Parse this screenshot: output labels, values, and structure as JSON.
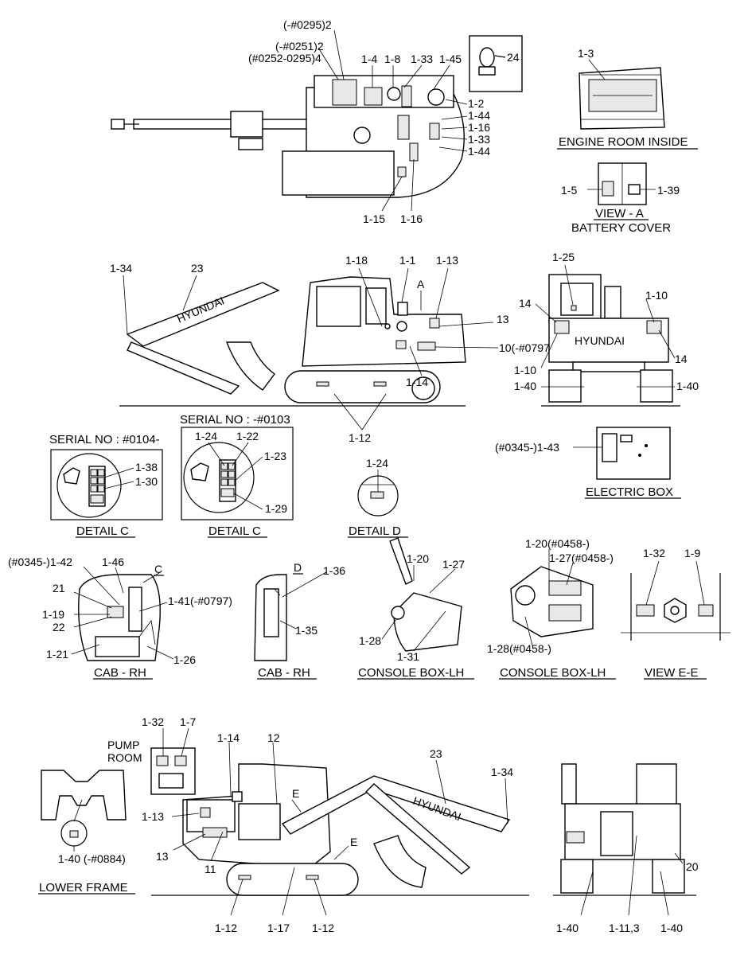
{
  "top_view": {
    "callouts": [
      "(-#0295)2",
      "(-#0251)2",
      "(#0252-0295)4",
      "1-4",
      "1-8",
      "1-33",
      "1-45",
      "24",
      "1-2",
      "1-44",
      "1-16",
      "1-33",
      "1-44",
      "1-15",
      "1-16"
    ]
  },
  "engine_room": {
    "callout": "1-3",
    "caption": "ENGINE ROOM INSIDE"
  },
  "battery_cover": {
    "callouts": [
      "1-5",
      "1-39"
    ],
    "caption_1": "VIEW - A",
    "caption_2": "BATTERY COVER"
  },
  "side_view": {
    "callouts": [
      "1-34",
      "23",
      "1-18",
      "1-1",
      "1-13",
      "A",
      "13",
      "10(-#0797)",
      "1-14",
      "1-12"
    ],
    "brand": "HYUNDAI"
  },
  "rear_view": {
    "callouts": [
      "1-25",
      "1-10",
      "14",
      "14",
      "1-10",
      "1-40",
      "1-40"
    ],
    "brand": "HYUNDAI"
  },
  "detail_c_a": {
    "serial": "SERIAL NO : #0104-",
    "callouts": [
      "1-38",
      "1-30"
    ],
    "caption": "DETAIL C"
  },
  "detail_c_b": {
    "serial": "SERIAL NO : -#0103",
    "callouts": [
      "1-24",
      "1-22",
      "1-23",
      "1-29"
    ],
    "caption": "DETAIL C"
  },
  "detail_d": {
    "callout": "1-24",
    "caption": "DETAIL D"
  },
  "electric_box": {
    "callout": "(#0345-)1-43",
    "caption": "ELECTRIC BOX"
  },
  "cab_rh_1": {
    "callouts": [
      "(#0345-)1-42",
      "1-46",
      "C",
      "21",
      "1-19",
      "22",
      "1-41(-#0797)",
      "1-21",
      "1-26"
    ],
    "caption": "CAB - RH"
  },
  "cab_rh_2": {
    "callouts": [
      "D",
      "1-36",
      "1-35"
    ],
    "caption": "CAB - RH"
  },
  "console_lh_1": {
    "callouts": [
      "1-20",
      "1-27",
      "1-28",
      "1-31"
    ],
    "caption": "CONSOLE BOX-LH"
  },
  "console_lh_2": {
    "callouts": [
      "1-20(#0458-)",
      "1-27(#0458-)",
      "1-28(#0458-)"
    ],
    "caption": "CONSOLE BOX-LH"
  },
  "view_ee": {
    "callouts": [
      "1-32",
      "1-9"
    ],
    "caption": "VIEW  E-E"
  },
  "pump_room": {
    "title_1": "PUMP",
    "title_2": "ROOM",
    "callouts": [
      "1-32",
      "1-7"
    ]
  },
  "lower_frame": {
    "callout": "1-40 (-#0884)",
    "caption": "LOWER FRAME"
  },
  "side_view_2": {
    "callouts": [
      "1-14",
      "12",
      "23",
      "1-34",
      "1-13",
      "13",
      "11",
      "E",
      "E",
      "1-12",
      "1-17",
      "1-12"
    ],
    "brand": "HYUNDAI"
  },
  "rear_view_2": {
    "callouts": [
      "20",
      "1-40",
      "1-11,3",
      "1-40"
    ]
  }
}
